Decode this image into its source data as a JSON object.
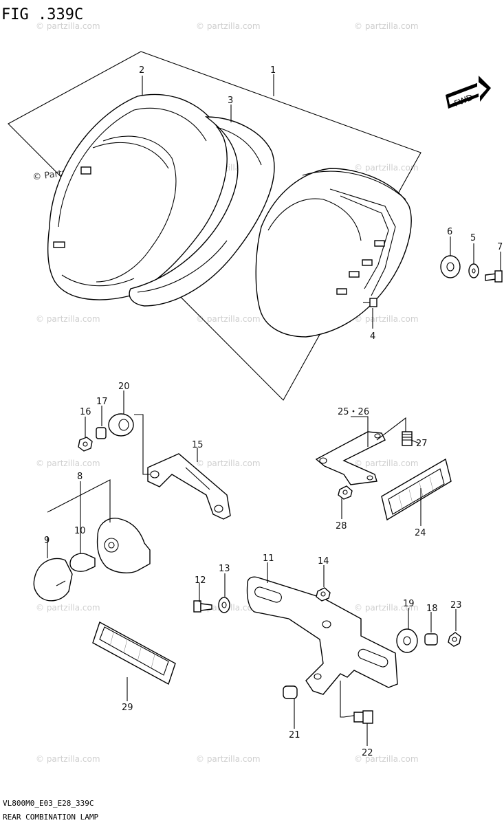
{
  "figure": {
    "title": "FIG .339C",
    "code": "VL800M0_E03_E28_339C",
    "caption": "REAR COMBINATION LAMP"
  },
  "fwd_label": "FWD",
  "watermark": {
    "main": "© Partzilla.com",
    "repeat": "© partzilla.com"
  },
  "callouts": [
    {
      "id": "c1",
      "text": "1"
    },
    {
      "id": "c2",
      "text": "2"
    },
    {
      "id": "c3",
      "text": "3"
    },
    {
      "id": "c4",
      "text": "4"
    },
    {
      "id": "c5",
      "text": "5"
    },
    {
      "id": "c6",
      "text": "6"
    },
    {
      "id": "c7",
      "text": "7"
    },
    {
      "id": "c8",
      "text": "8"
    },
    {
      "id": "c9",
      "text": "9"
    },
    {
      "id": "c10",
      "text": "10"
    },
    {
      "id": "c11",
      "text": "11"
    },
    {
      "id": "c12",
      "text": "12"
    },
    {
      "id": "c13",
      "text": "13"
    },
    {
      "id": "c14",
      "text": "14"
    },
    {
      "id": "c15",
      "text": "15"
    },
    {
      "id": "c16",
      "text": "16"
    },
    {
      "id": "c17",
      "text": "17"
    },
    {
      "id": "c18",
      "text": "18"
    },
    {
      "id": "c19",
      "text": "19"
    },
    {
      "id": "c20",
      "text": "20"
    },
    {
      "id": "c21",
      "text": "21"
    },
    {
      "id": "c22",
      "text": "22"
    },
    {
      "id": "c23",
      "text": "23"
    },
    {
      "id": "c24",
      "text": "24"
    },
    {
      "id": "c25",
      "text": "25・26"
    },
    {
      "id": "c27",
      "text": "27"
    },
    {
      "id": "c28",
      "text": "28"
    },
    {
      "id": "c29",
      "text": "29"
    }
  ]
}
